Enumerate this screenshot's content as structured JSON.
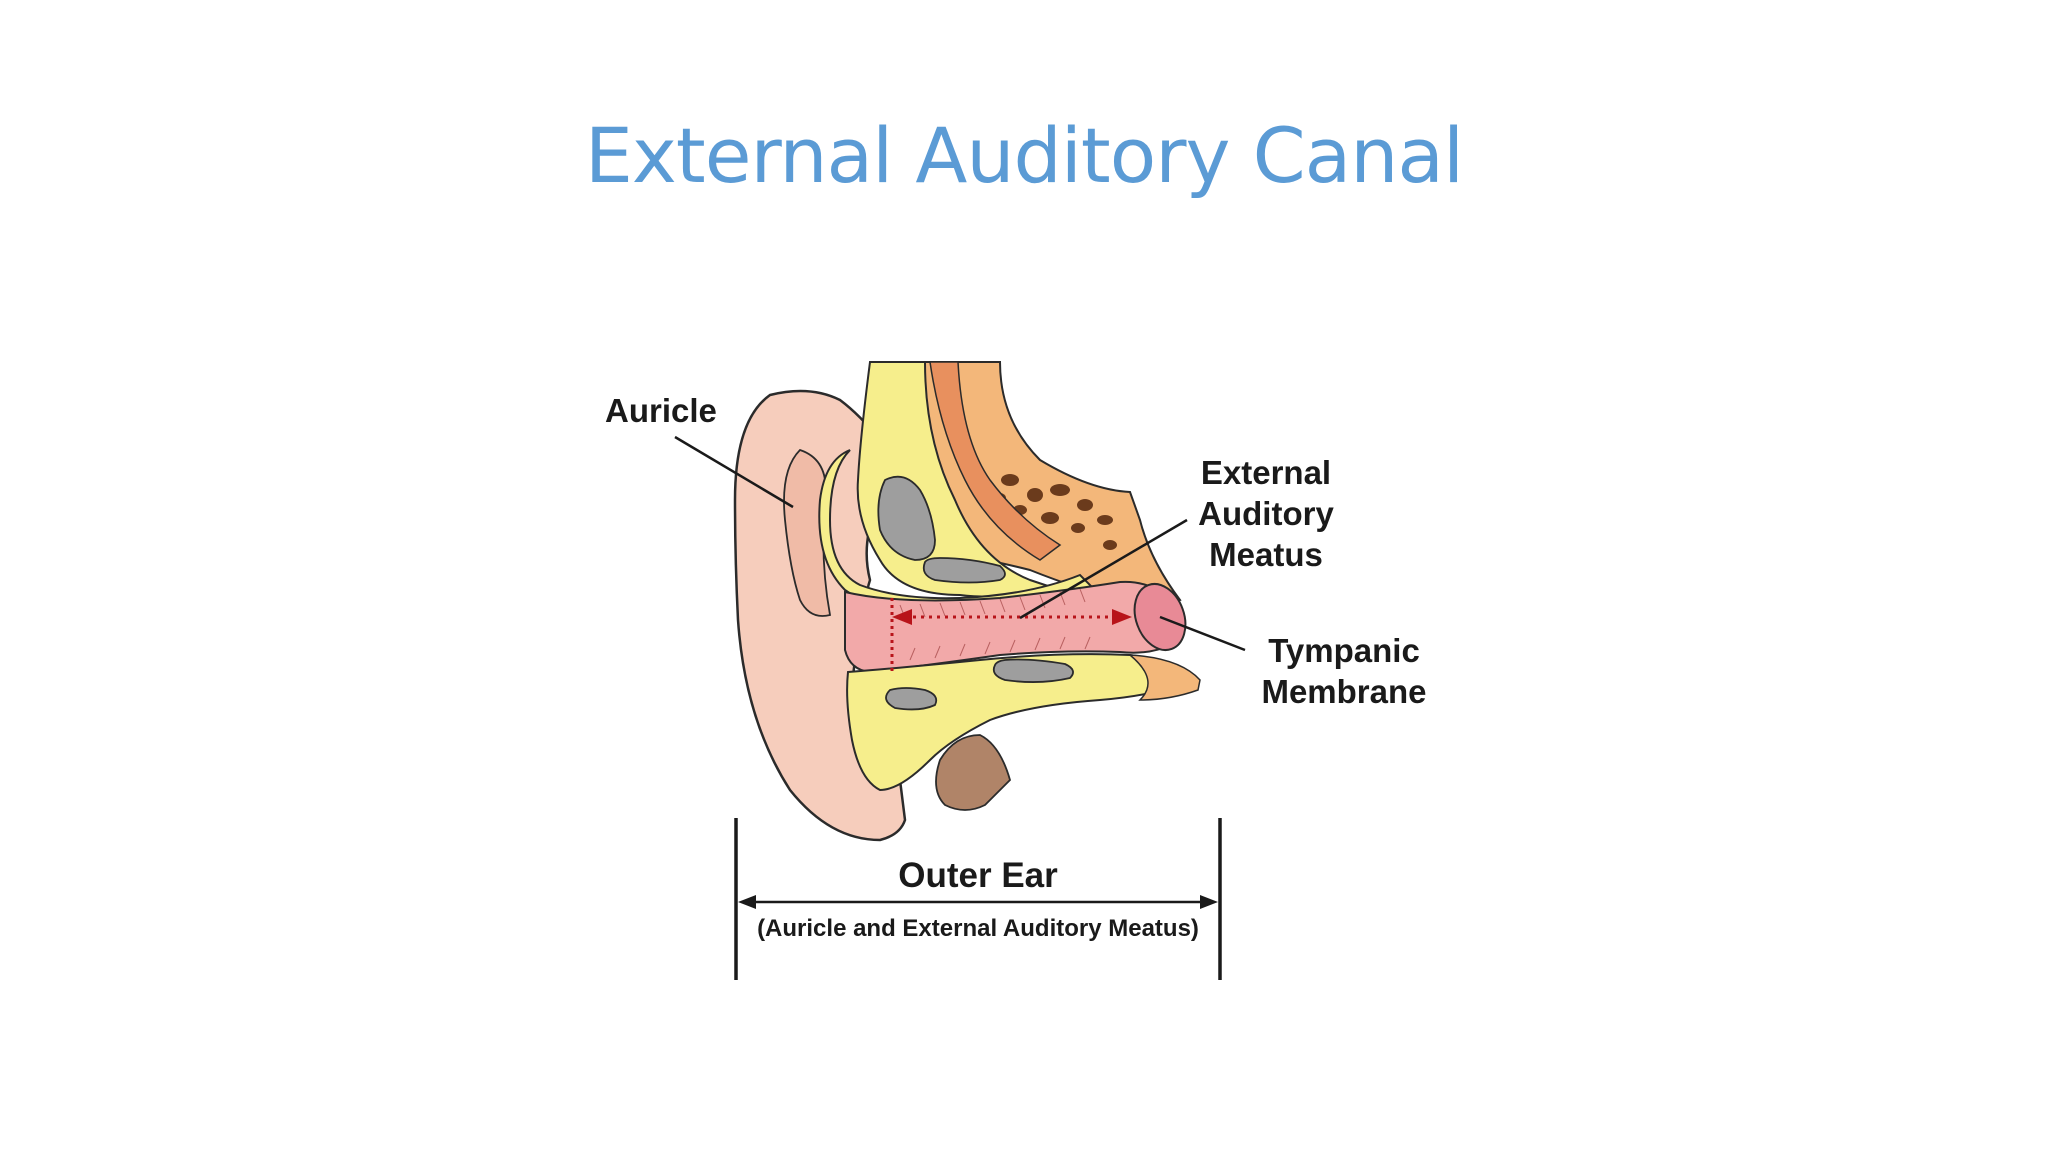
{
  "slide": {
    "title": "External Auditory Canal",
    "title_color": "#5b9bd5"
  },
  "diagram": {
    "labels": {
      "auricle": "Auricle",
      "eam_line1": "External",
      "eam_line2": "Auditory",
      "eam_line3": "Meatus",
      "tm_line1": "Tympanic",
      "tm_line2": "Membrane",
      "outer_ear": "Outer Ear",
      "outer_ear_sub": "(Auricle and External Auditory Meatus)"
    },
    "colors": {
      "skin": "#f6cdbc",
      "canal": "#f2a9a9",
      "cartilage": "#f6ee8c",
      "bone": "#f3b77a",
      "gray_cavity": "#9e9e9e",
      "outline": "#2b2b2b",
      "arrow_red": "#b8141a"
    }
  }
}
